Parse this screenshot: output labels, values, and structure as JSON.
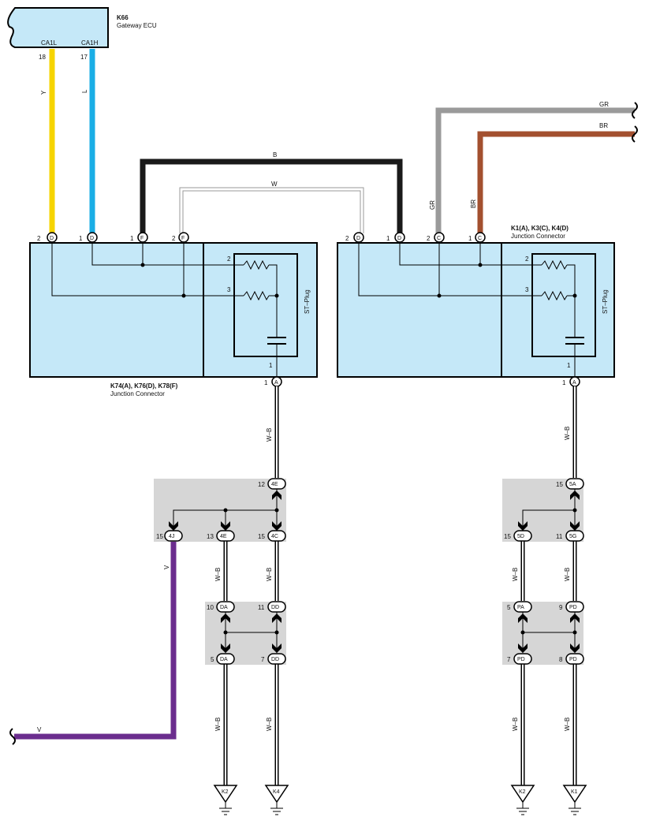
{
  "ecu": {
    "id": "K66",
    "name": "Gateway ECU",
    "terminals": [
      {
        "name": "CA1L",
        "pin": "18"
      },
      {
        "name": "CA1H",
        "pin": "17"
      }
    ]
  },
  "wires": {
    "Y": "Y",
    "L": "L",
    "B": "B",
    "W": "W",
    "GR_vert": "GR",
    "GR_horiz": "GR",
    "BR_vert": "BR",
    "BR_horiz": "BR",
    "WB_left": "W–B",
    "WB_right": "W–B",
    "WB_4E": "W–B",
    "WB_4C": "W–B",
    "WB_5D": "W–B",
    "WB_5G": "W–B",
    "WB_DA": "W–B",
    "WB_DD": "W–B",
    "WB_PA": "W–B",
    "WB_PD": "W–B",
    "V_vert": "V",
    "V_horiz": "V"
  },
  "left_block": {
    "title": "K74(A), K76(D), K78(F)",
    "subtitle": "Junction Connector",
    "st_plug": "ST–Plug",
    "top_pins": [
      {
        "pin": "2",
        "code": "D"
      },
      {
        "pin": "1",
        "code": "D"
      },
      {
        "pin": "1",
        "code": "F"
      },
      {
        "pin": "2",
        "code": "F"
      }
    ],
    "inner": {
      "r1": "2",
      "r2": "3",
      "cap": "1"
    },
    "bottom_pin": {
      "pin": "1",
      "code": "A"
    }
  },
  "right_block": {
    "title": "K1(A), K3(C), K4(D)",
    "subtitle": "Junction Connector",
    "st_plug": "ST–Plug",
    "top_pins": [
      {
        "pin": "2",
        "code": "D"
      },
      {
        "pin": "1",
        "code": "D"
      },
      {
        "pin": "2",
        "code": "C"
      },
      {
        "pin": "1",
        "code": "C"
      }
    ],
    "inner": {
      "r1": "2",
      "r2": "3",
      "cap": "1"
    },
    "bottom_pin": {
      "pin": "1",
      "code": "A"
    }
  },
  "junctions_left": {
    "top": {
      "pin": "12",
      "code": "4E"
    },
    "outputs": [
      {
        "pin": "15",
        "code": "4J"
      },
      {
        "pin": "13",
        "code": "4E"
      },
      {
        "pin": "15",
        "code": "4C"
      }
    ]
  },
  "junctions_right": {
    "top": {
      "pin": "15",
      "code": "5A"
    },
    "outputs": [
      {
        "pin": "15",
        "code": "5D"
      },
      {
        "pin": "11",
        "code": "5G"
      }
    ]
  },
  "joint_DA_DD": {
    "in": [
      {
        "pin": "10",
        "code": "DA"
      },
      {
        "pin": "11",
        "code": "DD"
      }
    ],
    "out": [
      {
        "pin": "5",
        "code": "DA"
      },
      {
        "pin": "7",
        "code": "DD"
      }
    ]
  },
  "joint_PA_PD": {
    "in": [
      {
        "pin": "5",
        "code": "PA"
      },
      {
        "pin": "9",
        "code": "PD"
      }
    ],
    "out": [
      {
        "pin": "7",
        "code": "PD"
      },
      {
        "pin": "8",
        "code": "PD"
      }
    ]
  },
  "grounds": [
    "K2",
    "K4",
    "K2",
    "K1"
  ],
  "colors": {
    "Y": "#f6d400",
    "L": "#1aaee6",
    "B": "#1a1a1a",
    "GR": "#9a9a9a",
    "BR": "#a3502f",
    "V": "#6b2d8e",
    "block_fill": "#c5e8f8",
    "joint_fill": "#d6d6d6"
  }
}
